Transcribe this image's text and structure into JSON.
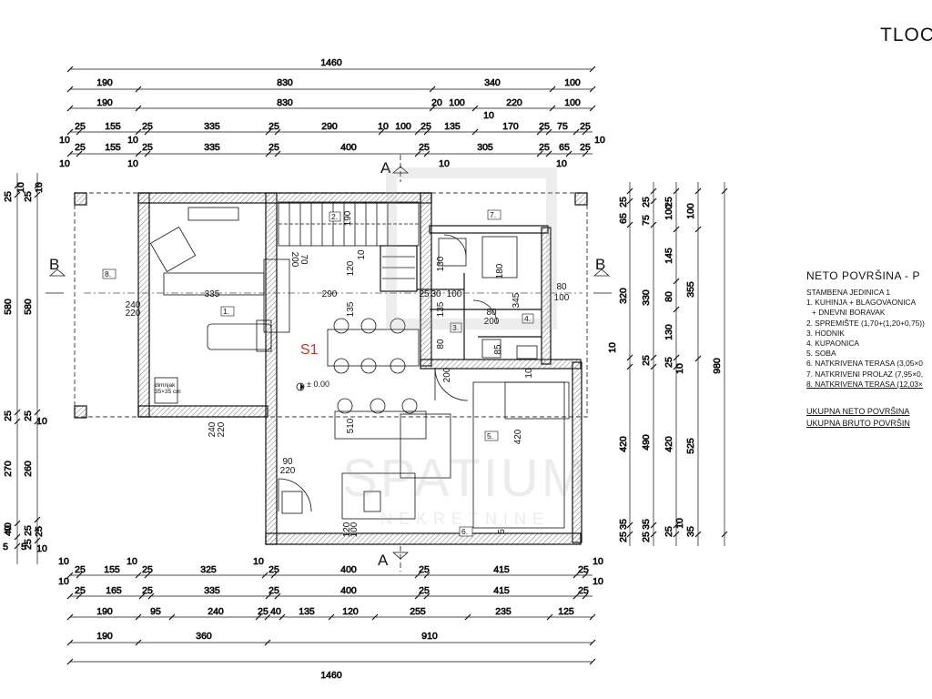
{
  "sheet_title": "TLOC",
  "unit_mark": "S1",
  "level_mark": "± 0.00",
  "chimney": {
    "label": "dimnjak",
    "size": "35×35 cm"
  },
  "watermark": {
    "brand": "SPATIUM",
    "sub": "NEKRETNINE"
  },
  "section_marks": {
    "a_top": "A",
    "a_bottom": "A",
    "b_left": "B",
    "b_right": "B"
  },
  "rooms": {
    "r1": "1.",
    "r2": "2.",
    "r3": "3.",
    "r4": "4.",
    "r5": "5.",
    "r6": "6.",
    "r7": "7.",
    "r8": "8."
  },
  "legend": {
    "title": "NETO  POVRŠINA -  P",
    "subtitle": "STAMBENA JEDINICA 1",
    "items": [
      "1. KUHINJA + BLAGOVAONICA",
      "  + DNEVNI BORAVAK",
      "2. SPREMIŠTE (1,70+(1,20+0,75))",
      "3. HODNIK",
      "4. KUPAONICA",
      "5. SOBA",
      "6. NATKRIVENA TERASA (3,05×0",
      "7. NATKRIVENI PROLAZ (7,95×0,",
      "8. NATKRIVENA TERASA (12,03×"
    ],
    "total_net": "UKUPNA NETO POVRŠINA",
    "total_gross": "UKUPNA BRUTO POVRŠIN"
  },
  "dimensions": {
    "top": {
      "row1": [
        "1460"
      ],
      "row2": [
        "190",
        "830",
        "340",
        "100"
      ],
      "row3": [
        "190",
        "830",
        "20",
        "100",
        "220",
        "100"
      ],
      "row4": [
        "25",
        "155",
        "25",
        "335",
        "25",
        "290",
        "10",
        "100",
        "25",
        "135",
        "10",
        "170",
        "25",
        "75",
        "25"
      ],
      "row4_small": [
        "10",
        "10",
        "10"
      ],
      "row5": [
        "25",
        "155",
        "25",
        "335",
        "25",
        "400",
        "25",
        "305",
        "25",
        "65",
        "25"
      ],
      "row5_small": [
        "10",
        "10",
        "10",
        "10"
      ]
    },
    "bottom": {
      "row1": [
        "25",
        "155",
        "25",
        "325",
        "25",
        "400",
        "25",
        "415",
        "25"
      ],
      "row1_small": [
        "10",
        "10",
        "10",
        "10"
      ],
      "row2": [
        "25",
        "165",
        "25",
        "335",
        "25",
        "400",
        "25",
        "415",
        "25"
      ],
      "row2_small": [
        "10",
        "10"
      ],
      "row3": [
        "190",
        "95",
        "240",
        "25",
        "40",
        "135",
        "120",
        "255",
        "235",
        "125"
      ],
      "row4": [
        "190",
        "360",
        "910"
      ],
      "row5": [
        "1460"
      ]
    },
    "left": {
      "outer": [
        "580",
        "270",
        "40"
      ],
      "inner": [
        "580",
        "260",
        "25"
      ],
      "small": [
        "25",
        "25",
        "10",
        "10",
        "25",
        "25",
        "40",
        "25",
        "25",
        "5",
        "5",
        "10",
        "10"
      ]
    },
    "right": {
      "col1": [
        "25",
        "65",
        "320",
        "10",
        "420",
        "35",
        "25"
      ],
      "col2": [
        "25",
        "75",
        "330",
        "25",
        "490",
        "35",
        "25"
      ],
      "col3": [
        "25",
        "100",
        "145",
        "80",
        "130",
        "10",
        "25",
        "420",
        "25",
        "10"
      ],
      "col4": [
        "100",
        "355",
        "525",
        "35"
      ],
      "col5": [
        "980"
      ]
    },
    "interior": [
      "240",
      "220",
      "335",
      "290",
      "25",
      "30",
      "100",
      "120",
      "135",
      "135",
      "80",
      "200",
      "510",
      "420",
      "240",
      "220",
      "90",
      "220",
      "70",
      "200",
      "190",
      "10",
      "130",
      "180",
      "80",
      "100",
      "345",
      "80",
      "85",
      "10",
      "200",
      "120",
      "100",
      "5"
    ]
  }
}
